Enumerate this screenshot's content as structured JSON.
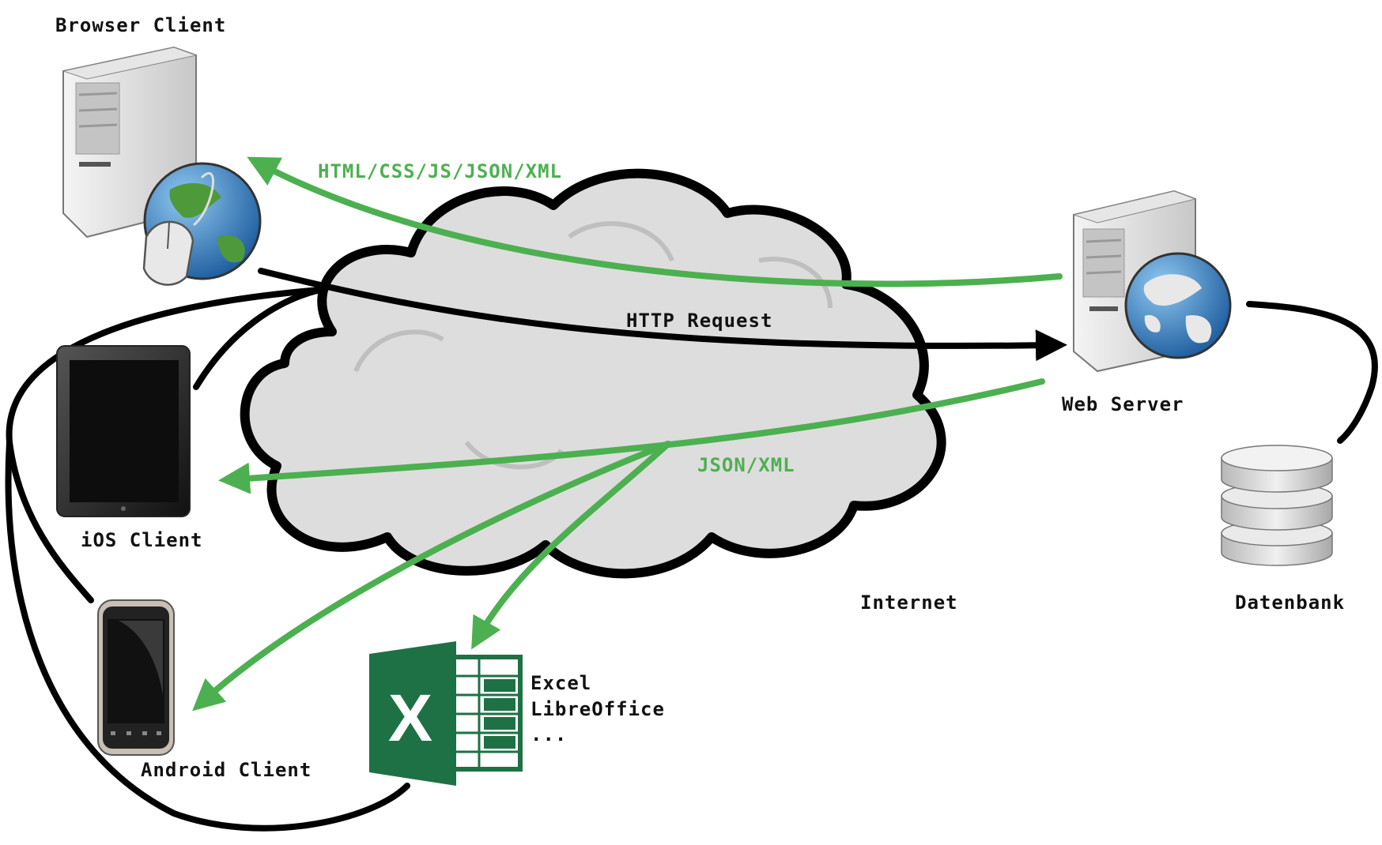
{
  "nodes": {
    "browser_client": "Browser Client",
    "web_server": "Web Server",
    "ios_client": "iOS Client",
    "android_client": "Android Client",
    "internet": "Internet",
    "database": "Datenbank",
    "spreadsheet_line1": "Excel",
    "spreadsheet_line2": "LibreOffice",
    "spreadsheet_line3": "...",
    "spreadsheet_logo_letter": "X"
  },
  "edges": {
    "response_html": "HTML/CSS/JS/JSON/XML",
    "http_request": "HTTP Request",
    "response_data": "JSON/XML"
  },
  "colors": {
    "response_arrow": "#4cb050",
    "request_arrow": "#000000",
    "cloud_fill": "#dddddd",
    "excel_green": "#1e7145"
  },
  "icons": {
    "browser_client": "desktop-tower-with-globe-and-mouse-icon",
    "web_server": "server-tower-with-globe-icon",
    "ios_client": "tablet-icon",
    "android_client": "smartphone-icon",
    "internet": "cloud-icon",
    "database": "database-stack-icon",
    "spreadsheet": "excel-icon"
  }
}
